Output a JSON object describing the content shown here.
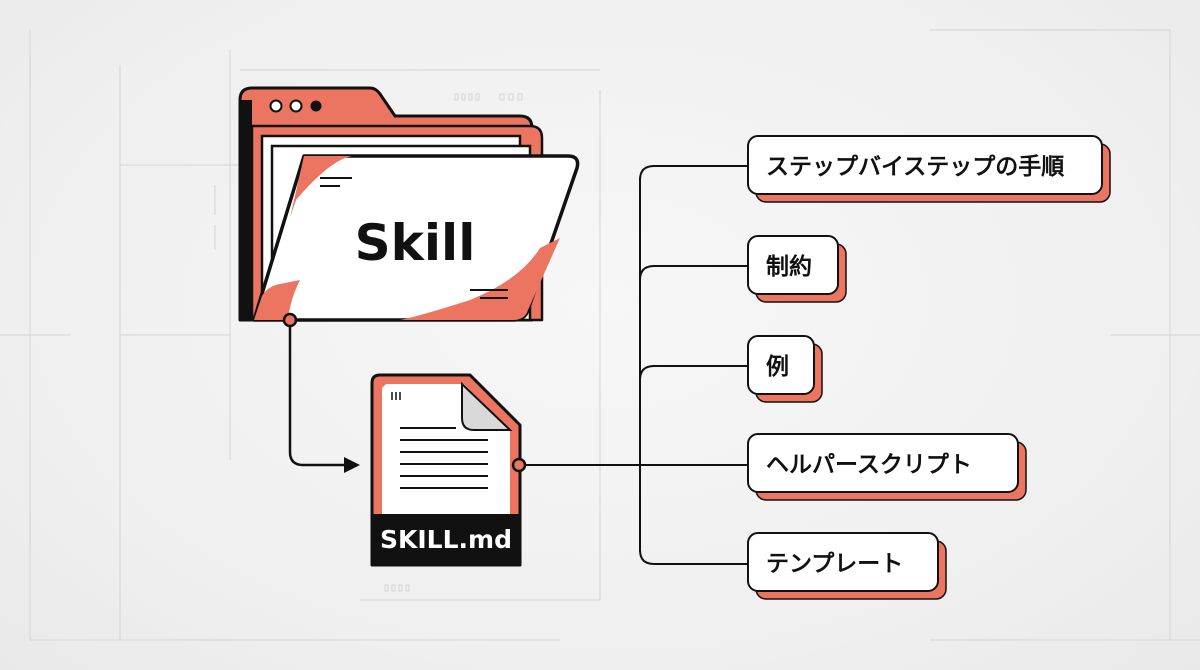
{
  "colors": {
    "accent": "#ec7562",
    "ink": "#111111",
    "paper": "#ffffff",
    "guide": "#cfcfcf"
  },
  "diagram": {
    "folder": {
      "label": "Skill",
      "icon": "folder-icon"
    },
    "file": {
      "label": "SKILL.md",
      "icon": "file-icon"
    },
    "items": [
      {
        "label": "ステップバイステップの手順"
      },
      {
        "label": "制約"
      },
      {
        "label": "例"
      },
      {
        "label": "ヘルパースクリプト"
      },
      {
        "label": "テンプレート"
      }
    ]
  }
}
